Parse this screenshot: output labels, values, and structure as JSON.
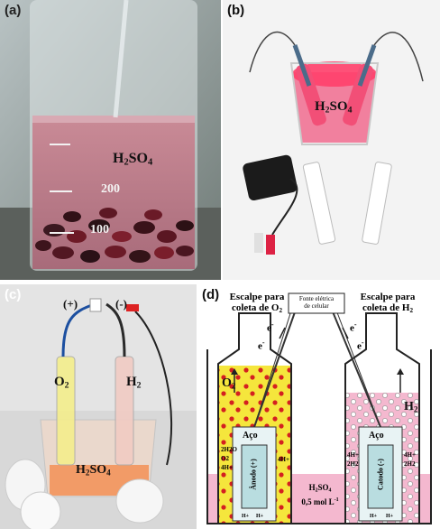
{
  "panels": {
    "a": {
      "label": "(a)",
      "formula": "H2SO4",
      "marks": [
        "200",
        "100"
      ]
    },
    "b": {
      "label": "(b)",
      "formula": "H2SO4"
    },
    "c": {
      "label": "(c)",
      "pos": "(+)",
      "neg": "(-)",
      "o2": "O2",
      "h2": "H2",
      "formula": "H2SO4"
    },
    "d": {
      "label": "(d)",
      "left_title_1": "Escalpe para",
      "left_title_2": "coleta de O2",
      "right_title_1": "Escalpe para",
      "right_title_2": "coleta de H2",
      "source_1": "Fonte elétrica",
      "source_2": "de celular",
      "electron": "e-",
      "o2": "O2",
      "h2": "H2",
      "aco": "Aço",
      "anodo": "Ânodo (+)",
      "catodo": "Catodo (-)",
      "electrolyte_1": "H2SO4",
      "electrolyte_2": "0,5 mol L-1",
      "left_react": [
        "2H2O",
        "O2",
        "4H+"
      ],
      "left_react_r": [
        "4H+"
      ],
      "right_react": [
        "4H+",
        "2H2"
      ],
      "right_react_r": [
        "4H+",
        "2H2"
      ],
      "hplus": "H+"
    }
  },
  "colors": {
    "acid_pink": "#f4b8cf",
    "o2_yellow": "#f5e63c",
    "red_dots": "#d42020"
  }
}
